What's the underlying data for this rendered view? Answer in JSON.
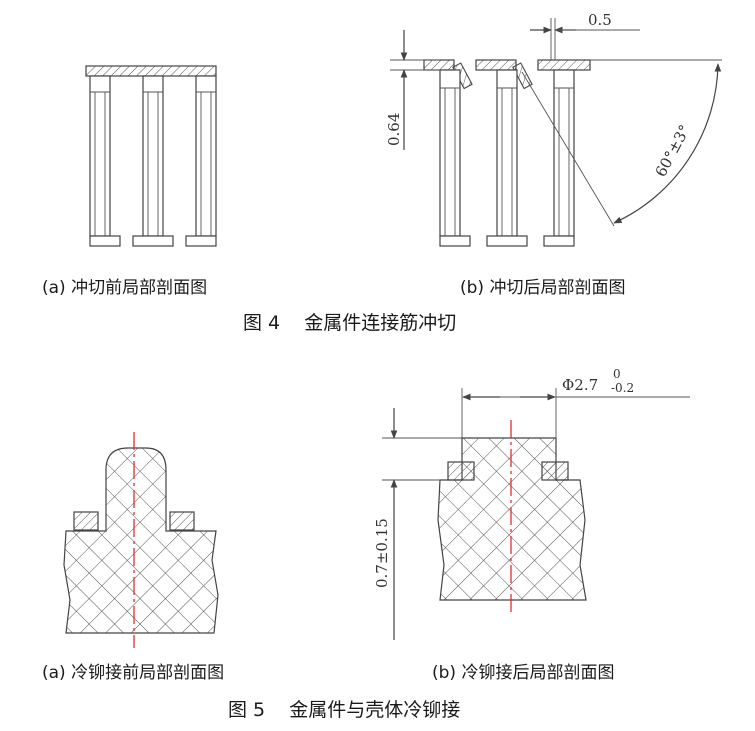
{
  "figure4": {
    "sub_a": "(a)  冲切前局部剖面图",
    "sub_b": "(b)  冲切后局部剖面图",
    "caption": "图 4    金属件连接筋冲切",
    "dim_gap": "0.5",
    "dim_height": "0.64",
    "dim_angle": "60°±3°"
  },
  "figure5": {
    "sub_a": "(a)  冷铆接前局部剖面图",
    "sub_b": "(b)  冷铆接后局部剖面图",
    "caption": "图 5    金属件与壳体冷铆接",
    "dim_dia": "Φ2.7",
    "tol_upper": "0",
    "tol_lower": "-0.2",
    "dim_height": "0.7±0.15"
  },
  "colors": {
    "line": "#444444",
    "centerline": "#e03030",
    "text": "#1a1a1a"
  }
}
